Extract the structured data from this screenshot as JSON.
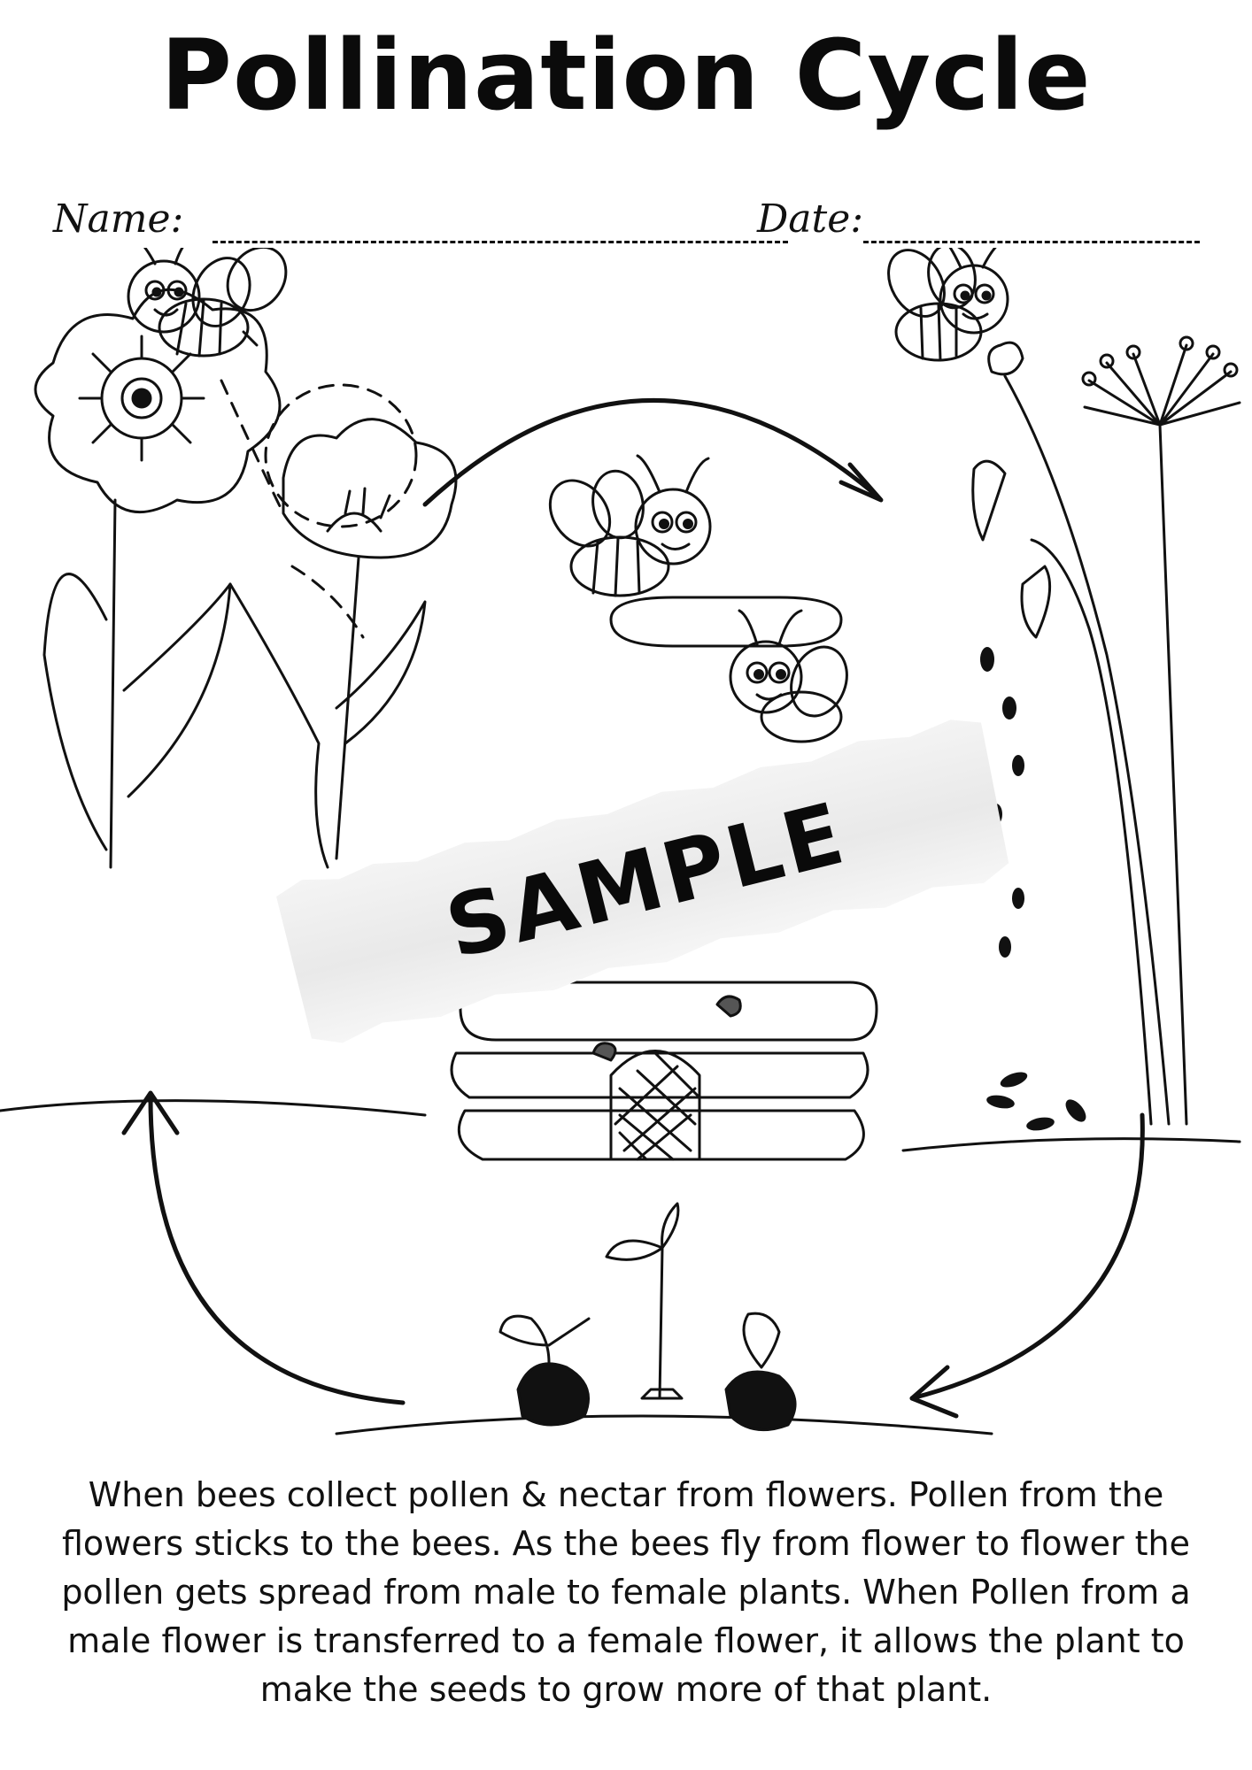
{
  "title": "Pollination Cycle",
  "form": {
    "name_label": "Name:",
    "date_label": "Date:"
  },
  "watermark": "SAMPLE",
  "description": "When bees collect pollen & nectar from flowers. Pollen from the flowers sticks to the bees. As the bees fly from flower to flower the pollen gets spread from male to female plants. When Pollen from a male flower is transferred to a female flower, it allows the plant to make the seeds to grow more of that plant.",
  "colors": {
    "ink": "#111111",
    "paper": "#ffffff",
    "tape": "#eeeeee"
  },
  "illustrations": [
    "bee-icon",
    "flower-icon",
    "beehive-icon",
    "seed-icon",
    "sprout-icon",
    "cycle-arrow-icon"
  ]
}
